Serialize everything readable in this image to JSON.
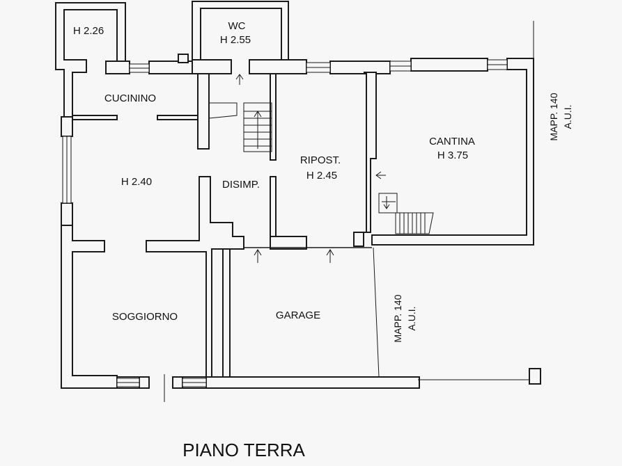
{
  "rooms": {
    "small_room_height": "H 2.26",
    "wc_name": "WC",
    "wc_height": "H 2.55",
    "cucinino": "CUCININO",
    "living_height": "H 2.40",
    "disimp": "DISIMP.",
    "ripost_name": "RIPOST.",
    "ripost_height": "H 2.45",
    "cantina_name": "CANTINA",
    "cantina_height": "H 3.75",
    "soggiorno": "SOGGIORNO",
    "garage": "GARAGE"
  },
  "boundary_labels": {
    "mapp_right_line1": "MAPP. 140",
    "mapp_right_line2": "A.U.I.",
    "mapp_bottom_line1": "MAPP. 140",
    "mapp_bottom_line2": "A.U.I."
  },
  "plan_title": "PIANO TERRA"
}
